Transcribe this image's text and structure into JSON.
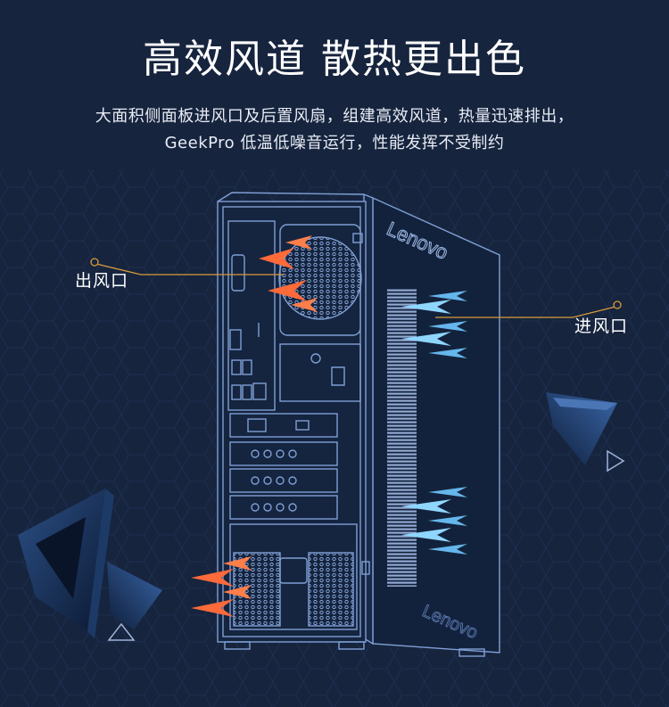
{
  "headline": "高效风道 散热更出色",
  "description_line1": "大面积侧面板进风口及后置风扇，组建高效风道，热量迅速排出，",
  "description_line2": "GeekPro 低温低噪音运行，性能发挥不受制约",
  "callouts": {
    "outlet": "出风口",
    "inlet": "进风口"
  },
  "brand_logo": "Lenovo",
  "colors": {
    "background": "#16243e",
    "line": "#7f9fd4",
    "exhaust_arrow": "#ff6a3a",
    "intake_arrow": "#6fc6ff",
    "callout_line": "#d89a3a"
  },
  "icons": [
    "exhaust-arrow-icon",
    "intake-arrow-icon",
    "play-triangle-icon"
  ]
}
